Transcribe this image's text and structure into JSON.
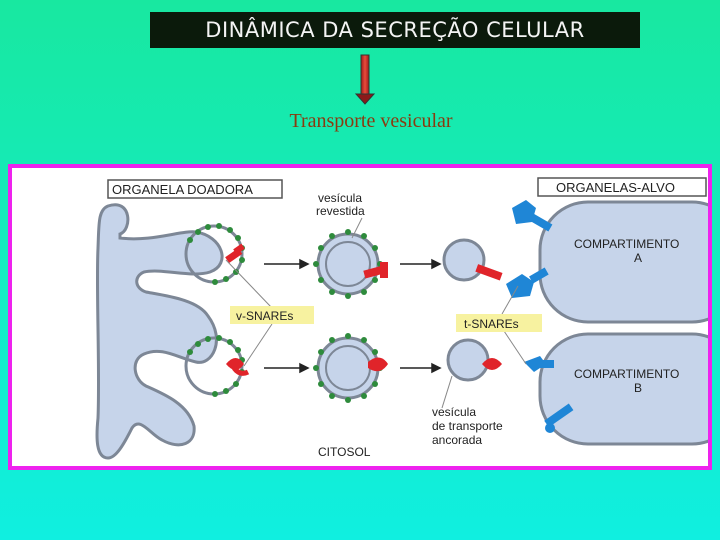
{
  "slide": {
    "title": "DINÂMICA DA SECREÇÃO CELULAR",
    "subtitle": "Transporte vesicular"
  },
  "diagram": {
    "donor_label": "ORGANELA DOADORA",
    "target_label": "ORGANELAS-ALVO",
    "coated_vesicle_label": [
      "vesícula",
      "revestida"
    ],
    "v_snares_label": "v-SNAREs",
    "t_snares_label": "t-SNAREs",
    "compartment_a_label": [
      "COMPARTIMENTO",
      "A"
    ],
    "compartment_b_label": [
      "COMPARTIMENTO",
      "B"
    ],
    "docked_vesicle_label": [
      "vesícula",
      "de transporte",
      "ancorada"
    ],
    "cytosol_label": "CITOSOL"
  },
  "colors": {
    "background": "#14ecc4",
    "title_box": "#0b1a0b",
    "frame": "#ee22ee",
    "membrane_fill": "#c6d4ea",
    "membrane_stroke": "#7d8796",
    "v_snare": "#e0242a",
    "t_snare": "#1f86d6",
    "coat": "#2e8b3c",
    "label_box": "#f7f2a0",
    "arrow": "#c0392b"
  }
}
